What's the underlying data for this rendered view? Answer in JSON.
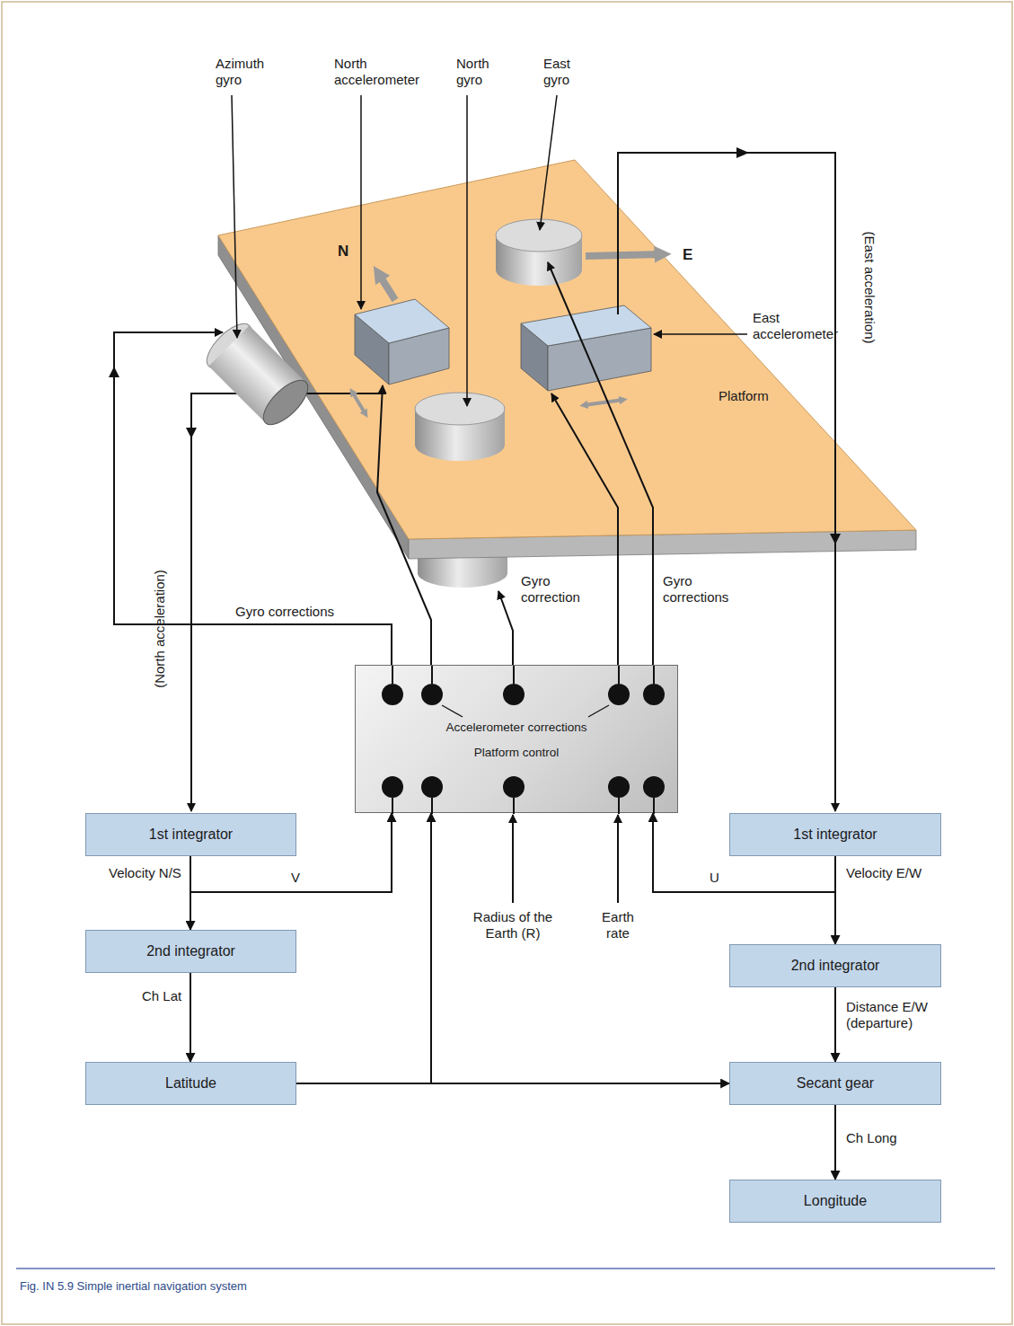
{
  "diagram": {
    "caption": "Fig. IN 5.9 Simple inertial navigation system",
    "nodes": [
      {
        "text": [
          "Accelerometer corrections",
          "Platform control"
        ]
      },
      {
        "text": [
          "1st integrator"
        ]
      },
      {
        "text": [
          "2nd integrator"
        ]
      },
      {
        "text": [
          "Latitude"
        ]
      },
      {
        "text": [
          "1st integrator"
        ]
      },
      {
        "text": [
          "2nd integrator"
        ]
      },
      {
        "text": [
          "Secant gear"
        ]
      },
      {
        "text": [
          "Longitude"
        ]
      }
    ],
    "edges": [
      {
        "from": 1,
        "to": 2,
        "arrow": "to",
        "label": "Velocity N/S"
      },
      {
        "from": 1,
        "to": 0,
        "arrow": "to",
        "label": "V"
      },
      {
        "from": 2,
        "to": 3,
        "arrow": "to",
        "label": "Ch Lat"
      },
      {
        "from": 3,
        "to": 0,
        "arrow": "to"
      },
      {
        "from": 3,
        "to": 6,
        "arrow": "to"
      },
      {
        "from": 4,
        "to": 5,
        "arrow": "to",
        "label": "Velocity E/W"
      },
      {
        "from": 4,
        "to": 0,
        "arrow": "to",
        "label": "U"
      },
      {
        "from": 5,
        "to": 6,
        "arrow": "to",
        "label": "Distance E/W (departure)"
      },
      {
        "from": 6,
        "to": 7,
        "arrow": "to",
        "label": "Ch Long"
      }
    ],
    "labels": [
      "Azimuth gyro",
      "North accelerometer",
      "North gyro",
      "East gyro",
      "N",
      "E",
      "East accelerometer",
      "Platform",
      "(North acceleration)",
      "(East acceleration)",
      "Gyro corrections",
      "Gyro correction",
      "Gyro corrections",
      "Radius of the Earth (R)",
      "Earth rate"
    ]
  }
}
